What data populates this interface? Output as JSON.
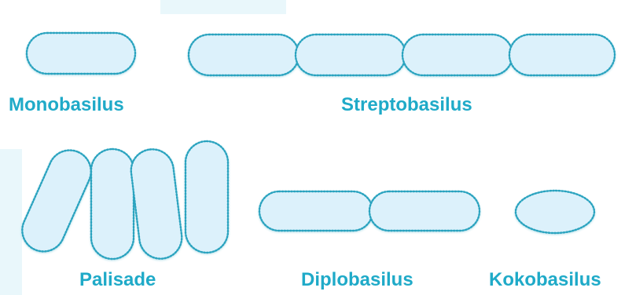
{
  "labels": {
    "monobasilus": "Monobasilus",
    "streptobasilus": "Streptobasilus",
    "palisade": "Palisade",
    "diplobasilus": "Diplobasilus",
    "kokobasilus": "Kokobasilus"
  },
  "colors": {
    "cell_fill": "#dcf1fb",
    "cell_stroke": "#2aa3bf",
    "label_text": "#1faac8",
    "background": "#ffffff"
  }
}
